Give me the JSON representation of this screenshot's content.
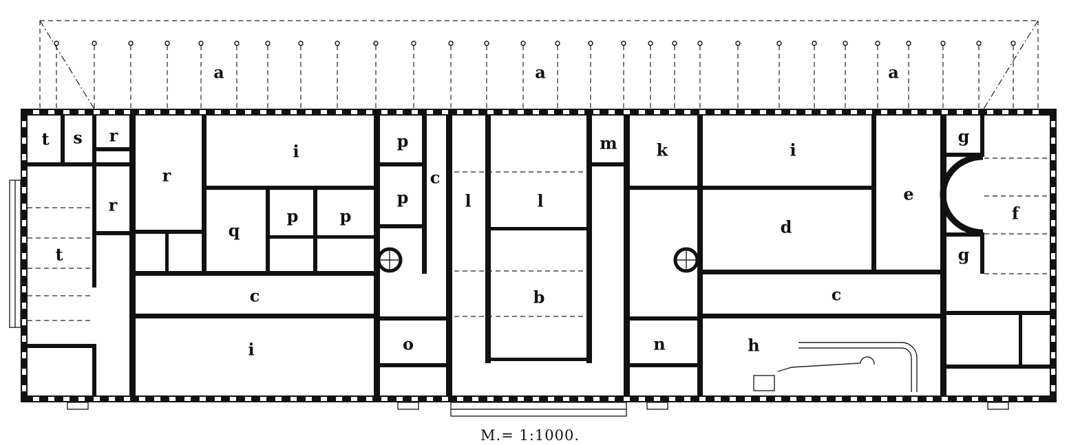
{
  "scale_label": "M.= 1:1000.",
  "rooms": [
    {
      "id": "a1",
      "label": "a"
    },
    {
      "id": "a2",
      "label": "a"
    },
    {
      "id": "a3",
      "label": "a"
    },
    {
      "id": "t1",
      "label": "t"
    },
    {
      "id": "s1",
      "label": "s"
    },
    {
      "id": "r1",
      "label": "r"
    },
    {
      "id": "r2",
      "label": "r"
    },
    {
      "id": "r3",
      "label": "r"
    },
    {
      "id": "t2",
      "label": "t"
    },
    {
      "id": "i1",
      "label": "i"
    },
    {
      "id": "q1",
      "label": "q"
    },
    {
      "id": "p1",
      "label": "p"
    },
    {
      "id": "p2",
      "label": "p"
    },
    {
      "id": "p3",
      "label": "p"
    },
    {
      "id": "p4",
      "label": "p"
    },
    {
      "id": "c1",
      "label": "c"
    },
    {
      "id": "i2",
      "label": "i"
    },
    {
      "id": "c2",
      "label": "c"
    },
    {
      "id": "l1",
      "label": "l"
    },
    {
      "id": "l2",
      "label": "l"
    },
    {
      "id": "b1",
      "label": "b"
    },
    {
      "id": "o1",
      "label": "o"
    },
    {
      "id": "m1",
      "label": "m"
    },
    {
      "id": "k1",
      "label": "k"
    },
    {
      "id": "n1",
      "label": "n"
    },
    {
      "id": "i3",
      "label": "i"
    },
    {
      "id": "d1",
      "label": "d"
    },
    {
      "id": "c3",
      "label": "c"
    },
    {
      "id": "h1",
      "label": "h"
    },
    {
      "id": "e1",
      "label": "e"
    },
    {
      "id": "g1",
      "label": "g"
    },
    {
      "id": "g2",
      "label": "g"
    },
    {
      "id": "f1",
      "label": "f"
    }
  ]
}
